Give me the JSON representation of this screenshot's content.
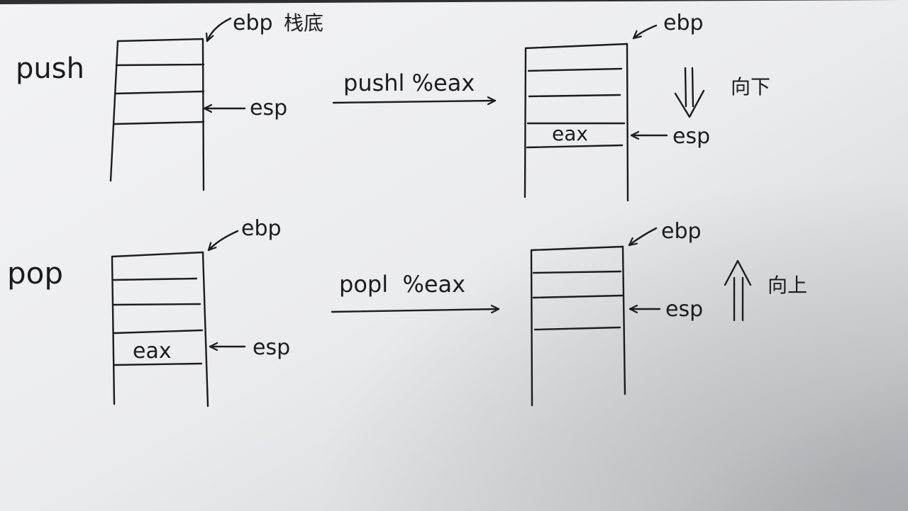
{
  "labels": {
    "push": "push",
    "pop": "pop",
    "ebp": "ebp",
    "esp": "esp",
    "eax": "eax",
    "stack_bottom": "栈底",
    "down": "向下",
    "up": "向上",
    "push_instr": "pushl %eax",
    "pop_instr": "popl  %eax"
  },
  "colors": {
    "paper_light": "#f2f2f4",
    "paper_mid": "#e4e5e8",
    "paper_shadow": "#bcbdc2",
    "ink": "#1c1c1c"
  }
}
